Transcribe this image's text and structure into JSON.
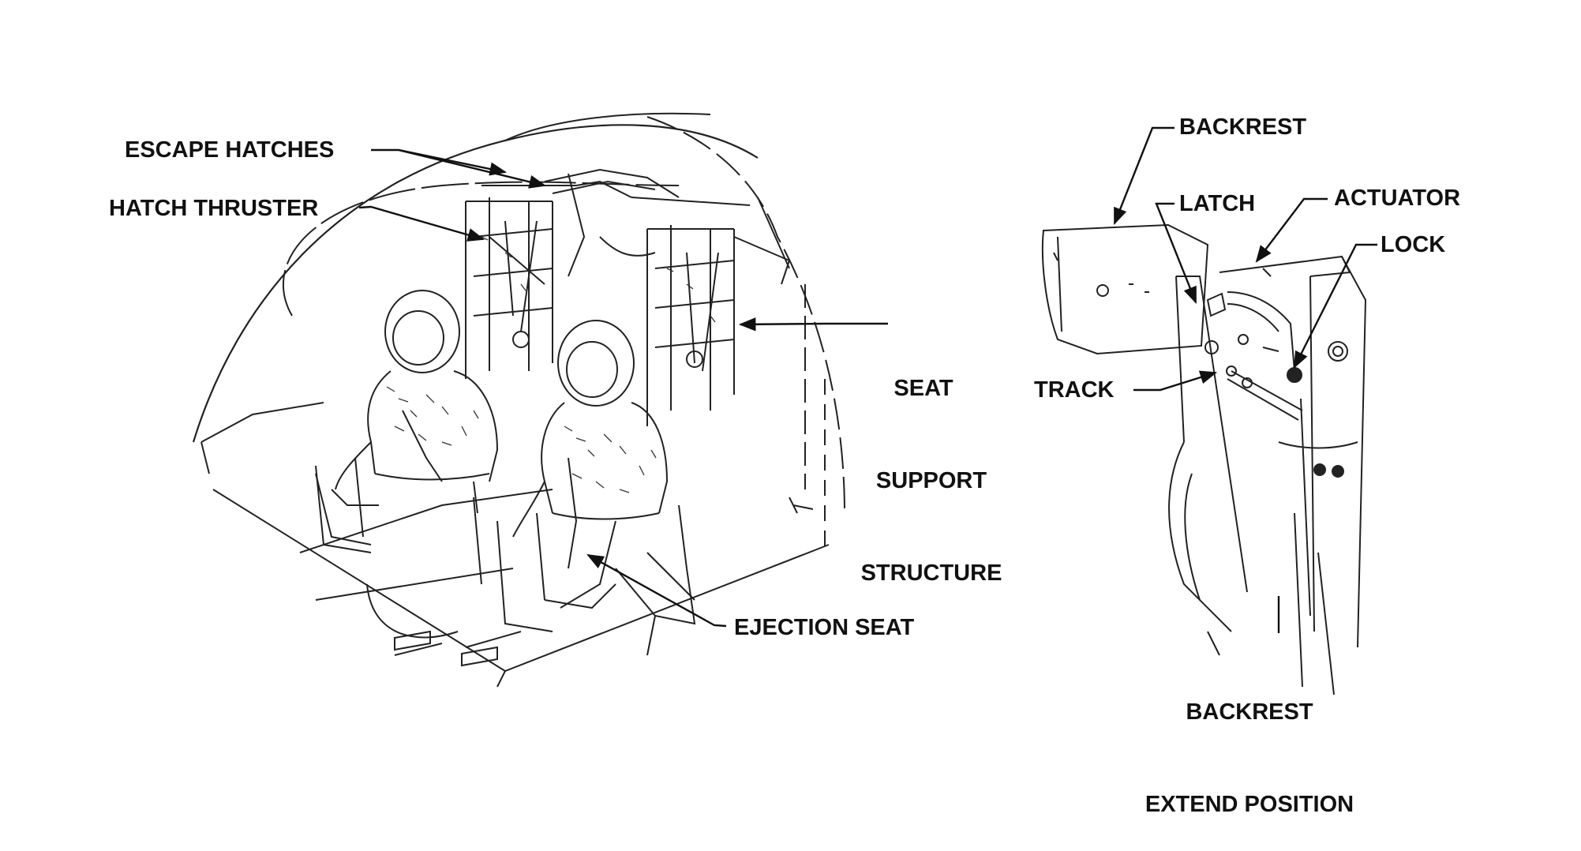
{
  "labels": {
    "escape_hatches": "ESCAPE HATCHES",
    "hatch_thruster": "HATCH THRUSTER",
    "seat_support_structure_1": "SEAT",
    "seat_support_structure_2": "SUPPORT",
    "seat_support_structure_3": "STRUCTURE",
    "ejection_seat": "EJECTION SEAT",
    "backrest": "BACKREST",
    "latch": "LATCH",
    "actuator": "ACTUATOR",
    "lock": "LOCK",
    "track": "TRACK",
    "backrest_extend_1": "BACKREST",
    "backrest_extend_2": "EXTEND POSITION"
  },
  "colors": {
    "ink": "#111111",
    "paper": "#ffffff"
  }
}
